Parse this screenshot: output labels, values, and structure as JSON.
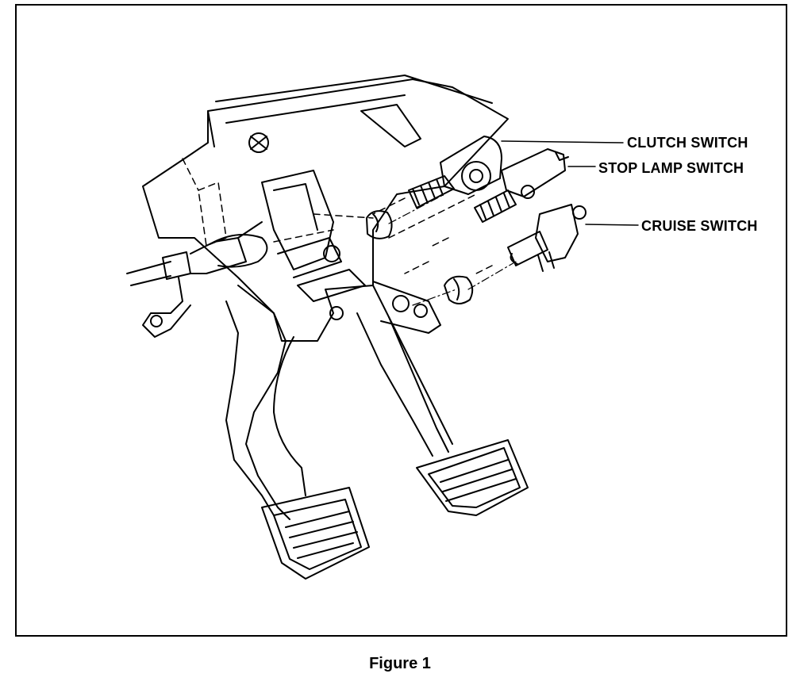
{
  "labels": {
    "clutch_switch": "CLUTCH SWITCH",
    "stop_lamp_switch": "STOP LAMP SWITCH",
    "cruise_switch": "CRUISE SWITCH"
  },
  "caption": "Figure 1",
  "colors": {
    "ink": "#000000",
    "paper": "#ffffff"
  }
}
